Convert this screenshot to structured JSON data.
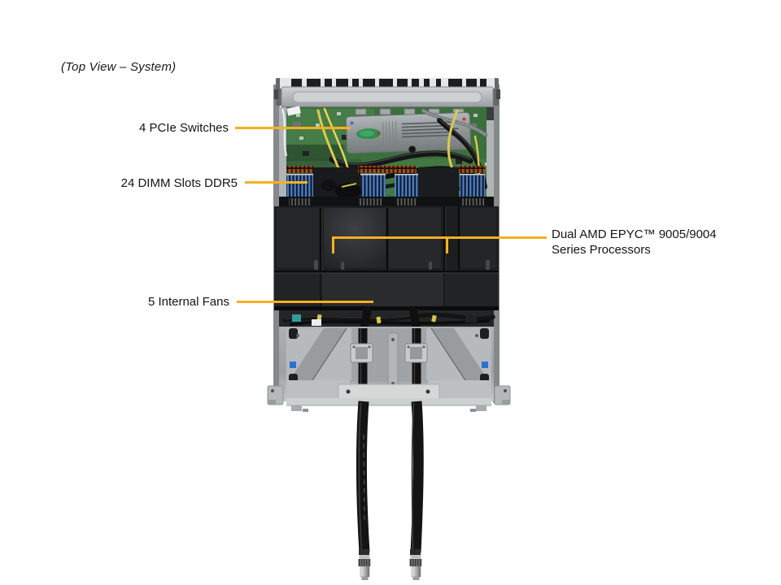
{
  "figure": {
    "caption": "(Top View – System)",
    "image_name": "server-top-view-photo"
  },
  "callouts": {
    "pcie_switches": {
      "label": "4 PCIe Switches"
    },
    "dimm_slots": {
      "label": "24 DIMM Slots DDR5"
    },
    "processors": {
      "label": "Dual AMD EPYC™ 9005/9004\nSeries Processors"
    },
    "internal_fans": {
      "label": "5 Internal Fans"
    }
  },
  "colors": {
    "callout_line": "#F5B120",
    "label_text": "#141414",
    "background": "#FFFFFF"
  }
}
